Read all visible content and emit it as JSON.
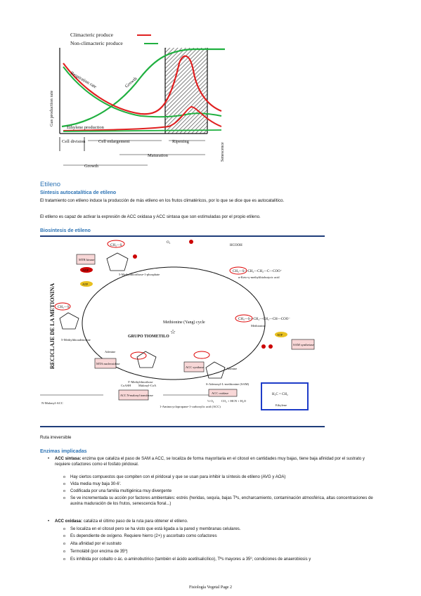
{
  "figure1": {
    "legend": [
      "Climacteric produce",
      "Non-climacteric produce"
    ],
    "ylabel": "Gas production rate",
    "curve_labels": {
      "respiration": "Respiration rate",
      "growth": "Growth",
      "ethylene": "Ethylene production"
    },
    "stages": {
      "cell_division": "Cell division",
      "cell_enlargement": "Cell enlargement",
      "ripening": "Ripening",
      "senescence": "Senescence",
      "maturation": "Maturation",
      "growth": "Growth"
    },
    "colors": {
      "climacteric": "#e02020",
      "non_climacteric": "#20b040"
    }
  },
  "section": {
    "title": "Etileno",
    "subtitle": "Síntesis autocatalítica de etileno",
    "para1": "El tratamiento con etileno induce la producción de más etileno en los frutos climatéricos, por lo que se dice que es autocatalítico.",
    "para2": "El etileno es capaz de activar la expresión de ACC oxidasa y ACC sintasa que son estimuladas por el propio etileno."
  },
  "biosynthesis": {
    "title": "Biosíntesis de etileno",
    "side_label": "RECICLAJE DE LA METIONINA",
    "center": "Methionine (Yang) cycle",
    "group_label": "GRUPO TIOMETILO",
    "boxes": {
      "mtr_kinase": "MTR kinase",
      "mta_nucleosidase": "MTA nucleosidase",
      "acc_synthase": "ACC synthase",
      "sam_synthetase": "SAM synthetase",
      "acc_n_malonyl": "ACC N-malonyl transferase",
      "acc_oxidase": "ACC oxidase"
    },
    "cofactors": {
      "adp": "ADP",
      "atp": "ATP",
      "atp2": "ATP"
    },
    "compounds": {
      "mtr1p": "5-Methylthioribose-1-phosphate",
      "kmb": "α-Keto-γ-methylthiobutyric acid",
      "methionine": "Methionine",
      "mta": "5-Methylthioadenosine",
      "mtr": "5'-Methylthioribose",
      "sam": "S-Adenosyl-L-methionine (SAM)",
      "acc": "1-Aminocyclopropane-1-carboxylic acid (ACC)",
      "macc": "N-Malonyl-ACC",
      "malonyl": "Malonyl-CoA",
      "coash": "CoASH",
      "ethylene": "Ethylene",
      "adenine": "Adenine",
      "byproducts": "CO₂ + HCN + H₂O",
      "o2": "½ O₂",
      "o2_top": "O₂",
      "hcooh": "HCOOH"
    }
  },
  "ruta": "Ruta irreversible",
  "enzymes": {
    "title": "Enzimas implicadas",
    "acc_synthase": {
      "lead": "ACC sintasa:",
      "text": "enzima que cataliza el paso de SAM a ACC, se localiza de forma mayoritaria en el citosol en cantidades muy bajas, tiene baja afinidad por el sustrato y requiere cofactores como el fosfato piridoxal.",
      "sub": [
        "Hay ciertos compuestos que compiten con el piridoxal y que se usan para inhibir la síntesis de etileno (AVG y AOA)",
        "Vida media muy baja 30-6'.",
        "Codificada por una familia multigénica muy divergente",
        "Se ve incrementada su acción por factores ambientales: estrés (heridas, sequía, bajas Tªs, encharcamiento, contaminación atmosférica, altas concentraciones de auxina maduración de los frutos, senescencia floral...)"
      ]
    },
    "acc_oxidase": {
      "lead": "ACC oxidasa:",
      "text": "cataliza el último paso de la ruta para obtener el etileno.",
      "sub": [
        "Se localiza en el citosol pero se ha visto que está ligada a la pared y membranas celulares.",
        "Es dependiente de oxígeno. Requiere hierro (2+) y ascorbato como cofactores",
        "Alta afinidad por el sustrato",
        "Termolábil (por encima de 35º)",
        "Es inhibida por cobalto o ác. α-aminobutírico (también el ácido acetilsalicílico), Tªs mayores a 35º, condiciones de anaerobiosis y"
      ]
    }
  },
  "footer": "Fisiología Vegetal Page 2"
}
